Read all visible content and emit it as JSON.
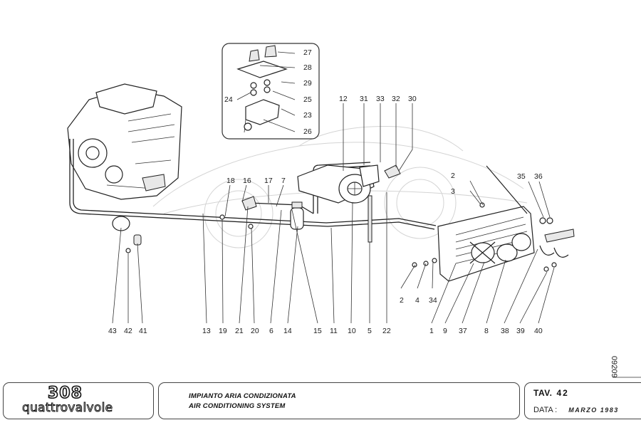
{
  "title_block": {
    "model": "308",
    "model_name": "quattrovalvole",
    "title_it": "IMPIANTO ARIA CONDIZIONATA",
    "title_en": "AIR CONDITIONING SYSTEM",
    "tav_label": "TAV.",
    "tav_number": "42",
    "date_label": "DATA :",
    "date_value": "MARZO 1983"
  },
  "drawing_code": "09209",
  "callouts": {
    "inset": [
      "27",
      "28",
      "29",
      "24",
      "25",
      "23",
      "26"
    ],
    "top": [
      "12",
      "31",
      "33",
      "32",
      "30"
    ],
    "mid": [
      "18",
      "16",
      "17",
      "7",
      "2",
      "3",
      "35",
      "36"
    ],
    "lower_right": [
      "2",
      "4",
      "34"
    ],
    "bottom": [
      "43",
      "42",
      "41",
      "13",
      "19",
      "21",
      "20",
      "6",
      "14",
      "15",
      "11",
      "10",
      "5",
      "22",
      "1",
      "9",
      "37",
      "8",
      "38",
      "39",
      "40"
    ]
  }
}
